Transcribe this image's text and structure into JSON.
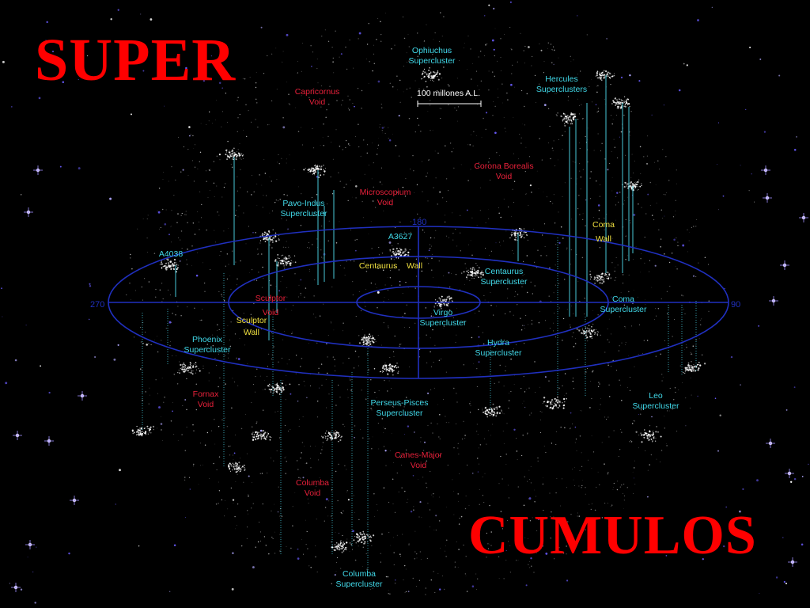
{
  "titles": {
    "top": "SUPER",
    "bottom": "CUMULOS"
  },
  "scale_bar": {
    "label": "100 millones A.L."
  },
  "rings": {
    "angle_left": "270",
    "angle_top": "180",
    "angle_right": "90"
  },
  "labels": {
    "ophiuchus": "Ophiuchus\nSupercluster",
    "hercules": "Hercules\nSuperclusters",
    "capricornus": "Capricornus\nVoid",
    "corona_borealis": "Corona Borealis\nVoid",
    "microscopium": "Microscopium\nVoid",
    "pavo_indus": "Pavo-Indus\nSupercluster",
    "coma_wall": "Coma\nWall",
    "a3627": "A3627",
    "a4038": "A4038",
    "centaurus_wall": "Centaurus    Wall",
    "centaurus_sc": "Centaurus\nSupercluster",
    "coma_sc": "Coma\nSupercluster",
    "sculptor_void": "Sculptor\nVoid",
    "sculptor_wall": "Sculptor\nWall",
    "virgo": "Virgo\nSupercluster",
    "phoenix": "Phoenix\nSupercluster",
    "hydra": "Hydra\nSupercluster",
    "fornax": "Fornax\nVoid",
    "leo": "Leo\nSupercluster",
    "perseus_pisces": "Perseus-Pisces\nSupercluster",
    "canes_major": "Canes-Major\nVoid",
    "columba_void": "Columba\nVoid",
    "columba_sc": "Columba\nSupercluster"
  },
  "colors": {
    "title": "#ff0000",
    "supercluster": "#40d8e8",
    "void": "#e8203a",
    "wall": "#f0e040",
    "ring": "#2030c0"
  }
}
